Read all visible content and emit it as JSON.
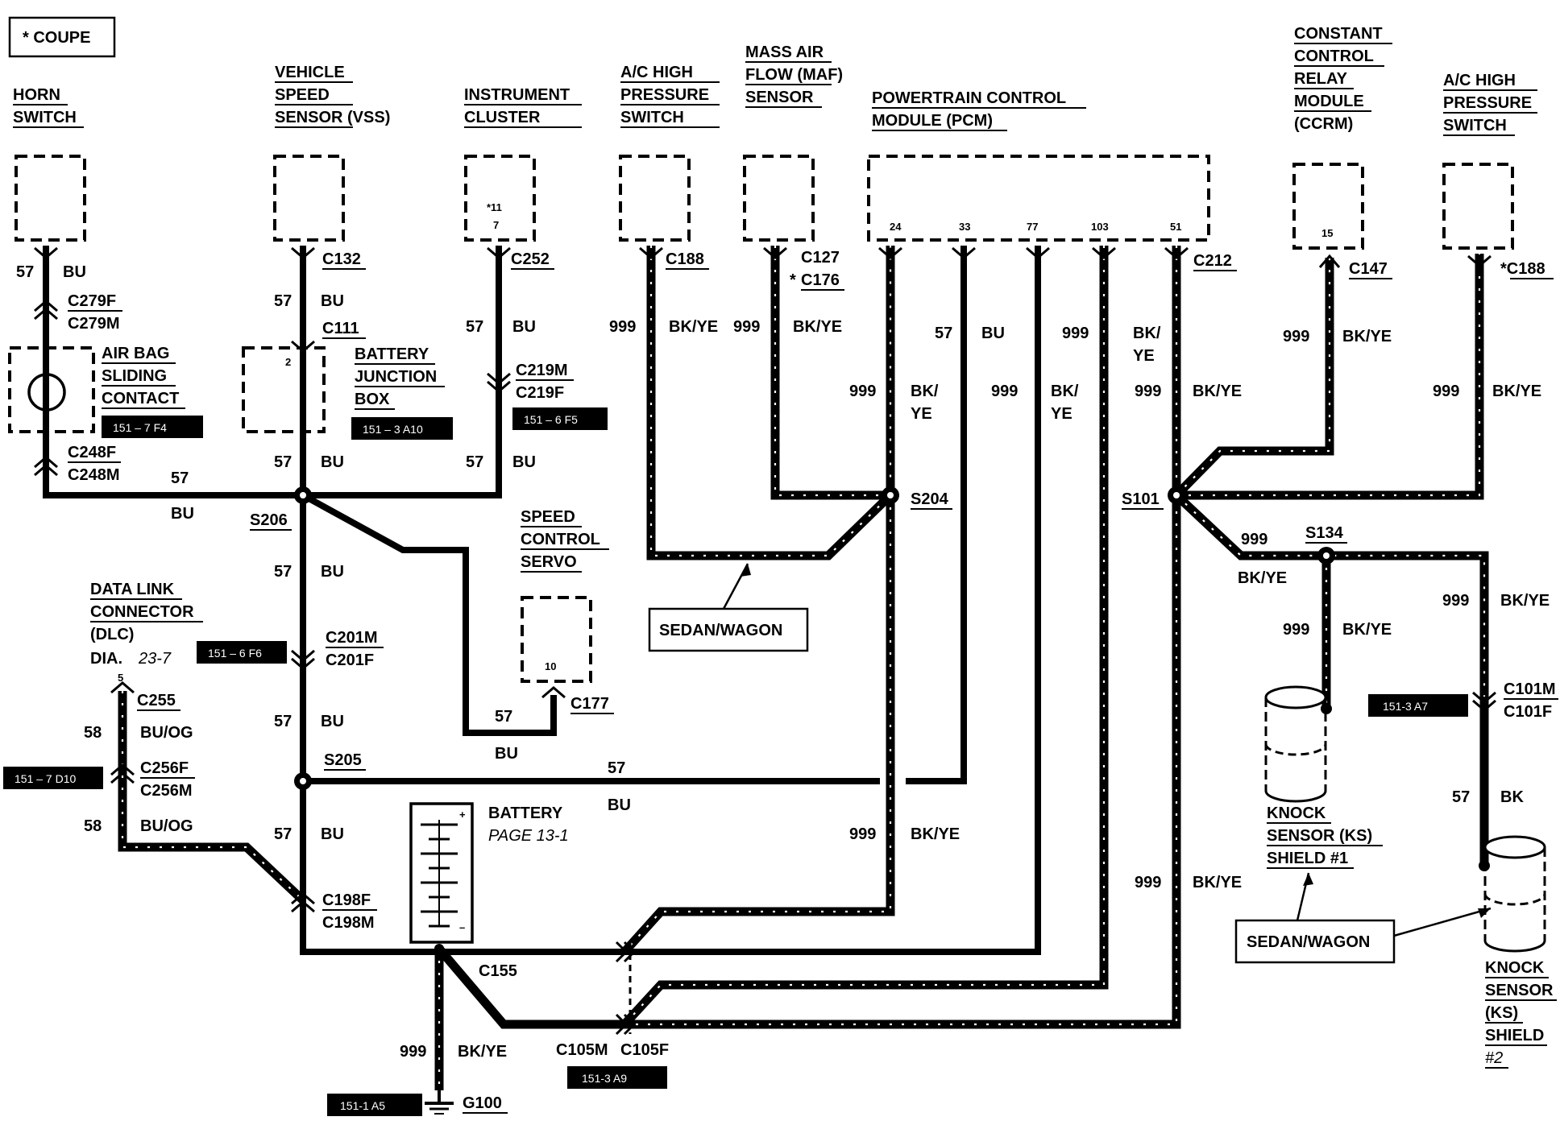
{
  "legend": {
    "coupe": "* COUPE"
  },
  "components": {
    "horn_switch": [
      "HORN",
      "SWITCH"
    ],
    "vss": [
      "VEHICLE",
      "SPEED",
      "SENSOR (VSS)"
    ],
    "instrument_cluster": [
      "INSTRUMENT",
      "CLUSTER"
    ],
    "ac_hp_switch_1": [
      "A/C HIGH",
      "PRESSURE",
      "SWITCH"
    ],
    "maf_sensor": [
      "MASS AIR",
      "FLOW (MAF)",
      "SENSOR"
    ],
    "pcm": [
      "POWERTRAIN CONTROL",
      "MODULE (PCM)"
    ],
    "ccrm": [
      "CONSTANT",
      "CONTROL",
      "RELAY",
      "MODULE",
      "(CCRM)"
    ],
    "ac_hp_switch_2": [
      "A/C HIGH",
      "PRESSURE",
      "SWITCH"
    ],
    "air_bag": [
      "AIR BAG",
      "SLIDING",
      "CONTACT"
    ],
    "bjb": [
      "BATTERY",
      "JUNCTION",
      "BOX"
    ],
    "speed_control_servo": [
      "SPEED",
      "CONTROL",
      "SERVO"
    ],
    "dlc": [
      "DATA LINK",
      "CONNECTOR",
      "(DLC)"
    ],
    "dlc_dia": "DIA.",
    "dlc_dia_ref": "23-7",
    "battery": "BATTERY",
    "battery_page": "PAGE 13-1",
    "ks1": [
      "KNOCK",
      "SENSOR (KS)",
      "SHIELD #1"
    ],
    "ks2": [
      "KNOCK",
      "SENSOR",
      "(KS)",
      "SHIELD",
      "#2"
    ]
  },
  "pins": {
    "ic_a": "*11",
    "ic_b": "7",
    "bjb": "2",
    "scs": "10",
    "dlc": "5",
    "ccrm": "15",
    "pcm": [
      "24",
      "33",
      "77",
      "103",
      "51"
    ],
    "bat_plus": "+",
    "bat_minus": "–"
  },
  "connectors": {
    "c132": "C132",
    "c252": "C252",
    "c188": "C188",
    "c127": "C127",
    "c176": "C176",
    "c176_star": "*",
    "c212": "C212",
    "c147": "C147",
    "c188b": "*C188",
    "c279f": "C279F",
    "c279m": "C279M",
    "c248f": "C248F",
    "c248m": "C248M",
    "c111": "C111",
    "c219m": "C219M",
    "c219f": "C219F",
    "c201m": "C201M",
    "c201f": "C201F",
    "c255": "C255",
    "c256f": "C256F",
    "c256m": "C256M",
    "c177": "C177",
    "c198f": "C198F",
    "c198m": "C198M",
    "c155": "C155",
    "c105m": "C105M",
    "c105f": "C105F",
    "c101m": "C101M",
    "c101f": "C101F",
    "g100": "G100"
  },
  "splices": {
    "s206": "S206",
    "s205": "S205",
    "s204": "S204",
    "s101": "S101",
    "s134": "S134"
  },
  "circuits": {
    "c57": "57",
    "c58": "58",
    "c999": "999"
  },
  "colors": {
    "bu": "BU",
    "bu_og": "BU/OG",
    "bk_ye": "BK/YE",
    "bk_split": [
      "BK/",
      "YE"
    ],
    "bk": "BK"
  },
  "refs": {
    "airbag": "151 – 7 F4",
    "bjb": "151 – 3 A10",
    "c219": "151 – 6 F5",
    "c201": "151 – 6 F6",
    "c256": "151 – 7 D10",
    "c101": "151-3 A7",
    "c105": "151-3 A9",
    "g100": "151-1 A5"
  },
  "callouts": {
    "sedan_wagon": "SEDAN/WAGON"
  }
}
